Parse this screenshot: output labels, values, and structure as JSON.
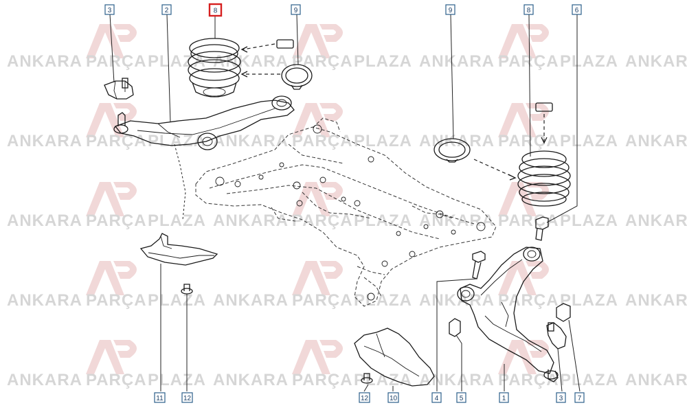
{
  "watermark": {
    "word1": "ANKARA",
    "word2": "PARÇA",
    "word3": "PLAZA",
    "logo_color": "#e8b9b9",
    "text_color": "#d0d0d0"
  },
  "callouts": [
    {
      "id": "c3a",
      "text": "3",
      "highlight": false
    },
    {
      "id": "c2",
      "text": "2",
      "highlight": false
    },
    {
      "id": "c8a",
      "text": "8",
      "highlight": true
    },
    {
      "id": "c9a",
      "text": "9",
      "highlight": false
    },
    {
      "id": "c9b",
      "text": "9",
      "highlight": false
    },
    {
      "id": "c8b",
      "text": "8",
      "highlight": false
    },
    {
      "id": "c6",
      "text": "6",
      "highlight": false
    },
    {
      "id": "c11",
      "text": "11",
      "highlight": false
    },
    {
      "id": "c12a",
      "text": "12",
      "highlight": false
    },
    {
      "id": "c12b",
      "text": "12",
      "highlight": false
    },
    {
      "id": "c10",
      "text": "10",
      "highlight": false
    },
    {
      "id": "c4",
      "text": "4",
      "highlight": false
    },
    {
      "id": "c5",
      "text": "5",
      "highlight": false
    },
    {
      "id": "c1",
      "text": "1",
      "highlight": false
    },
    {
      "id": "c3b",
      "text": "3",
      "highlight": false
    },
    {
      "id": "c7",
      "text": "7",
      "highlight": false
    }
  ],
  "colors": {
    "highlight": "#d61f1f",
    "callout_border": "#2b5f8a"
  }
}
